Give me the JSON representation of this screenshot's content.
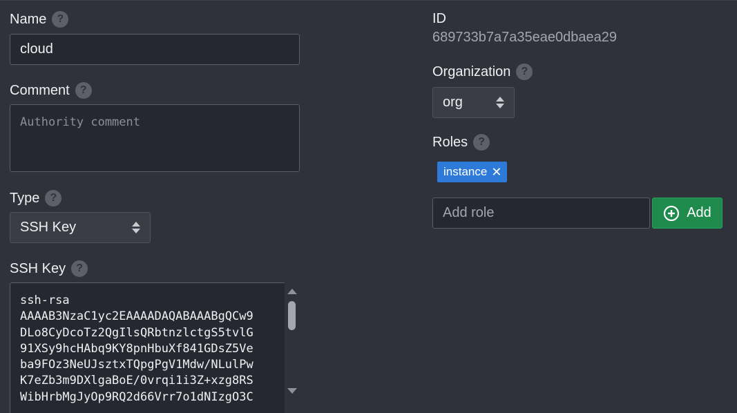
{
  "form": {
    "name": {
      "label": "Name",
      "value": "cloud"
    },
    "comment": {
      "label": "Comment",
      "placeholder": "Authority comment",
      "value": ""
    },
    "type": {
      "label": "Type",
      "selected": "SSH Key"
    },
    "ssh_key": {
      "label": "SSH Key",
      "lines": [
        "ssh-rsa",
        "AAAAB3NzaC1yc2EAAAADAQABAAABgQCw9",
        "DLo8CyDcoTz2QgIlsQRbtnzlctgS5tvlG",
        "91XSy9hcHAbq9KY8pnHbuXf841GDsZ5Ve",
        "ba9FOz3NeUJsztxTQpgPgV1Mdw/NLulPw",
        "K7eZb3m9DXlgaBoE/0vrqi1i3Z+xzg8RS",
        "WibHrbMgJyOp9RQ2d66Vrr7o1dNIzgO3C"
      ]
    },
    "id": {
      "label": "ID",
      "value": "689733b7a7a35eae0dbaea29"
    },
    "organization": {
      "label": "Organization",
      "selected": "org"
    },
    "roles": {
      "label": "Roles",
      "tags": [
        "instance"
      ],
      "add_placeholder": "Add role",
      "add_button": "Add"
    }
  },
  "icons": {
    "help": "question-circle-icon",
    "remove": "close-icon",
    "add": "plus-circle-icon",
    "select_arrows": "updown-icon"
  },
  "colors": {
    "background": "#2f323a",
    "input_background": "#252830",
    "tag_blue": "#2e7ad8",
    "add_green": "#1e8a4c"
  }
}
